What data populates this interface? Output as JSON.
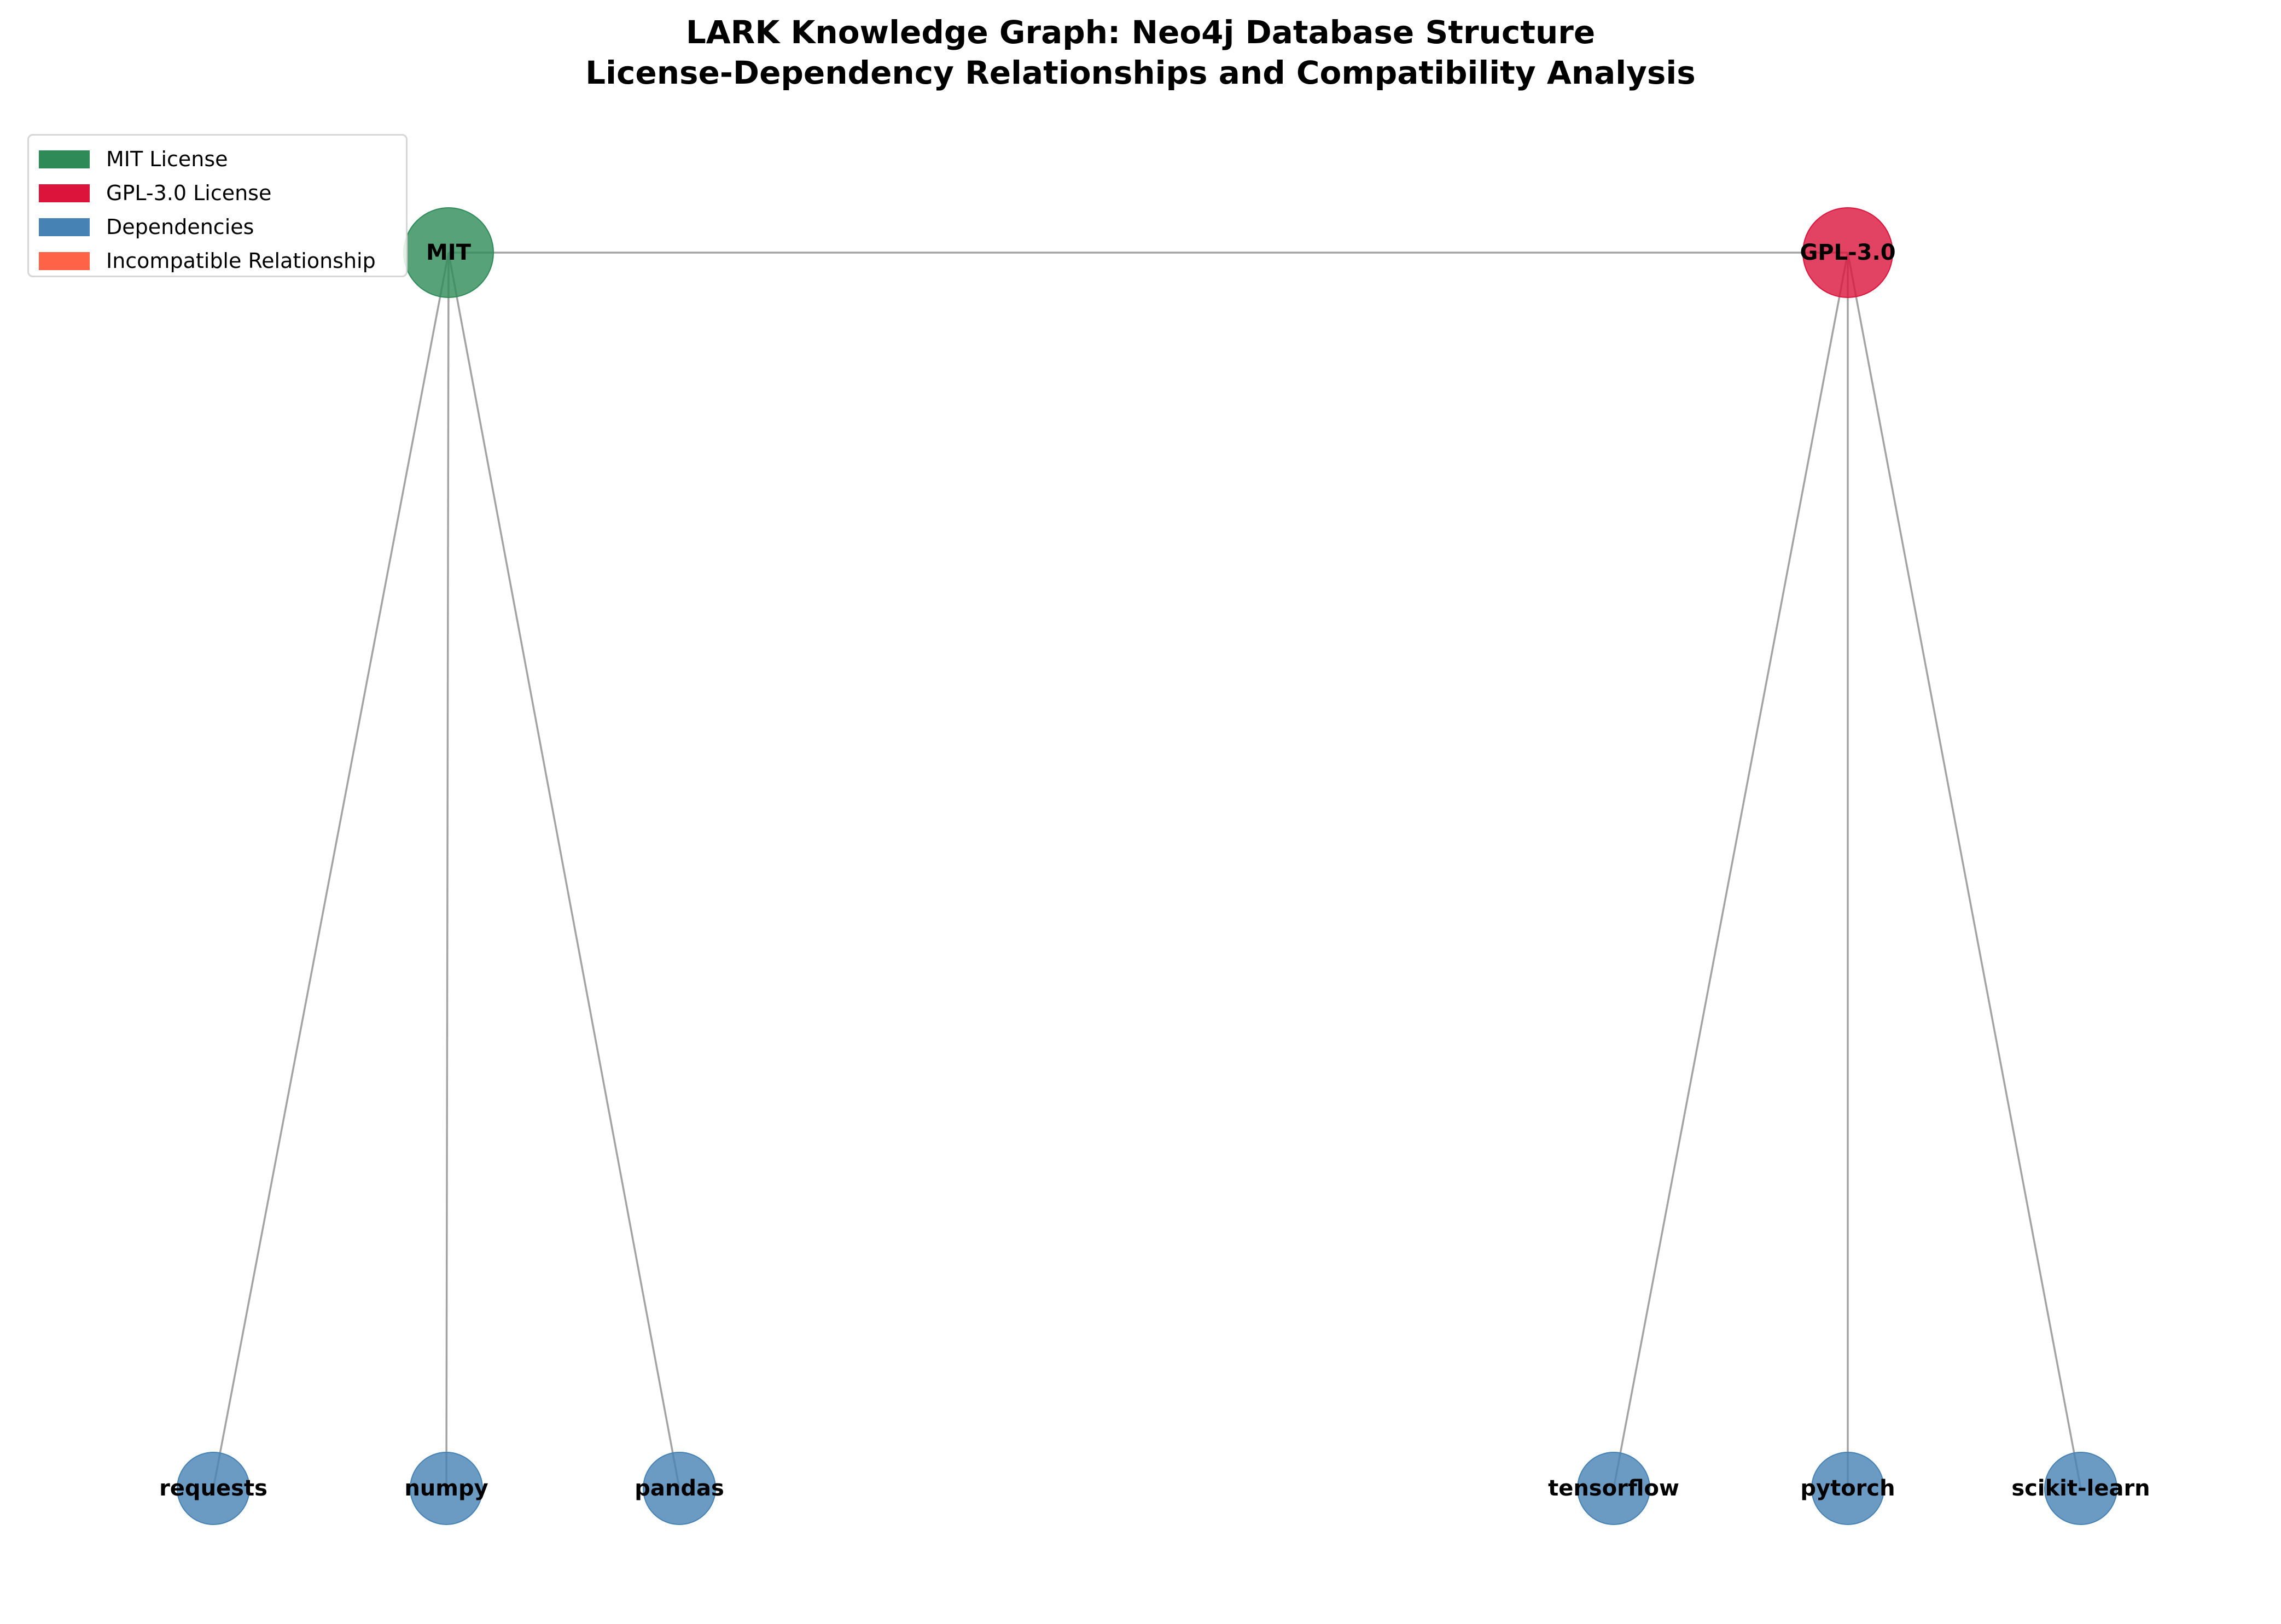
{
  "title": {
    "line1": "LARK Knowledge Graph: Neo4j Database Structure",
    "line2": "License-Dependency Relationships and Compatibility Analysis"
  },
  "colors": {
    "mit": "#2e8b57",
    "gpl": "#dc143c",
    "dependency": "#4682b4",
    "incompatible": "#ff6347",
    "edge": "#9a9a9a"
  },
  "legend": {
    "items": [
      {
        "label": "MIT License",
        "color": "#2e8b57"
      },
      {
        "label": "GPL-3.0 License",
        "color": "#dc143c"
      },
      {
        "label": "Dependencies",
        "color": "#4682b4"
      },
      {
        "label": "Incompatible Relationship",
        "color": "#ff6347"
      }
    ]
  },
  "graph": {
    "nodes": [
      {
        "id": "MIT",
        "label": "MIT",
        "kind": "license",
        "color": "#2e8b57"
      },
      {
        "id": "GPL-3.0",
        "label": "GPL-3.0",
        "kind": "license",
        "color": "#dc143c"
      },
      {
        "id": "requests",
        "label": "requests",
        "kind": "dependency",
        "color": "#4682b4"
      },
      {
        "id": "numpy",
        "label": "numpy",
        "kind": "dependency",
        "color": "#4682b4"
      },
      {
        "id": "pandas",
        "label": "pandas",
        "kind": "dependency",
        "color": "#4682b4"
      },
      {
        "id": "tensorflow",
        "label": "tensorflow",
        "kind": "dependency",
        "color": "#4682b4"
      },
      {
        "id": "pytorch",
        "label": "pytorch",
        "kind": "dependency",
        "color": "#4682b4"
      },
      {
        "id": "scikit-learn",
        "label": "scikit-learn",
        "kind": "dependency",
        "color": "#4682b4"
      }
    ],
    "edges": [
      {
        "from": "MIT",
        "to": "GPL-3.0"
      },
      {
        "from": "MIT",
        "to": "requests"
      },
      {
        "from": "MIT",
        "to": "numpy"
      },
      {
        "from": "MIT",
        "to": "pandas"
      },
      {
        "from": "GPL-3.0",
        "to": "tensorflow"
      },
      {
        "from": "GPL-3.0",
        "to": "pytorch"
      },
      {
        "from": "GPL-3.0",
        "to": "scikit-learn"
      }
    ]
  }
}
